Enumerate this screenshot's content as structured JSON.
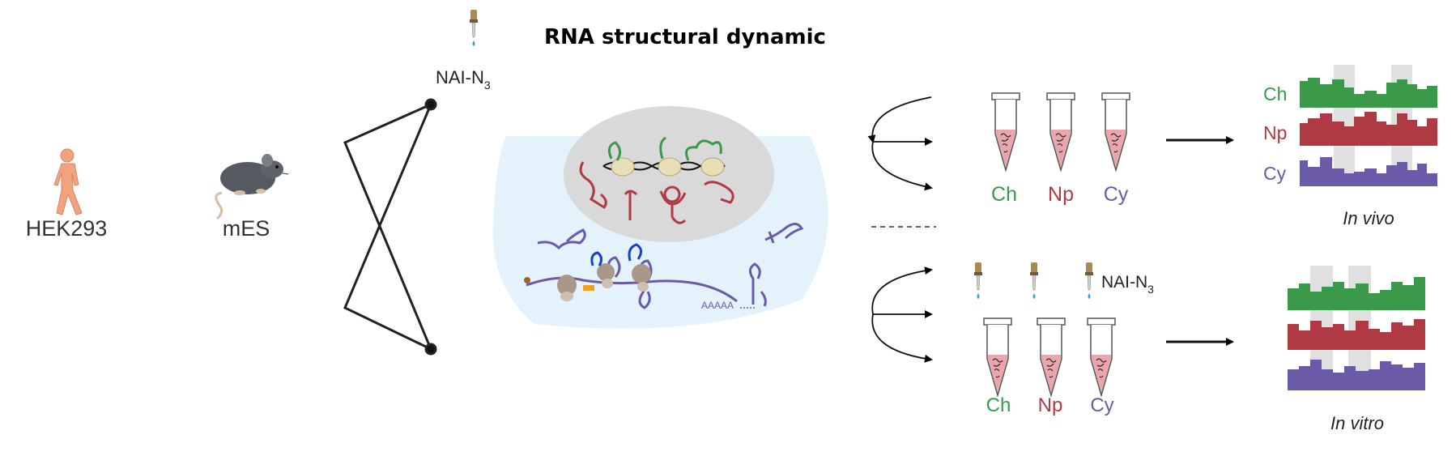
{
  "title": "RNA structural dynamic",
  "samples": {
    "human": "HEK293",
    "mouse": "mES"
  },
  "reagent": {
    "main": "NAI-N",
    "sub": "3"
  },
  "fractions": [
    {
      "label": "Ch",
      "color": "#3a9a4a"
    },
    {
      "label": "Np",
      "color": "#b03a44"
    },
    {
      "label": "Cy",
      "color": "#6a5aa8"
    }
  ],
  "in_vivo_label": "In vivo",
  "in_vitro_label": "In vitro",
  "polyA": "AAAAA",
  "colors": {
    "green": "#3a9a4a",
    "red": "#b03a44",
    "purple": "#6a5aa8",
    "nucleus": "#d9d9d9",
    "cell": "#e4f2fb",
    "tube_fill": "#e9a6ac",
    "skin": "#f2a27f"
  },
  "icons": [
    "person-icon",
    "mouse-icon",
    "dropper-icon",
    "tube-icon",
    "arrow-icon",
    "nucleosome-icon"
  ]
}
